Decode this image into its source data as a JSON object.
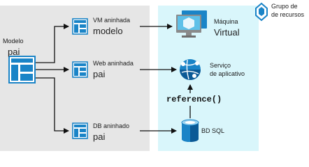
{
  "colors": {
    "gray_panel": "#e6e6e6",
    "blue_panel": "#d9f6fb",
    "accent": "#1a84c7",
    "dark_blue": "#0b5a96"
  },
  "diagram": {
    "parent": {
      "line1": "Modelo",
      "line2": "pai"
    },
    "nested": [
      {
        "line1": "VM aninhada",
        "line2": "modelo"
      },
      {
        "line1": "Web aninhada",
        "line2": "pai"
      },
      {
        "line1": "DB aninhado",
        "line2": "pai"
      }
    ],
    "resources": {
      "vm": {
        "line1": "Máquina",
        "line2": "Virtual"
      },
      "app": {
        "line1": "Serviço",
        "line2": "de aplicativo"
      },
      "db": {
        "label": "BD SQL"
      }
    },
    "reference": "reference()",
    "resource_group": {
      "line1": "Grupo de",
      "line2": "de recursos"
    }
  }
}
